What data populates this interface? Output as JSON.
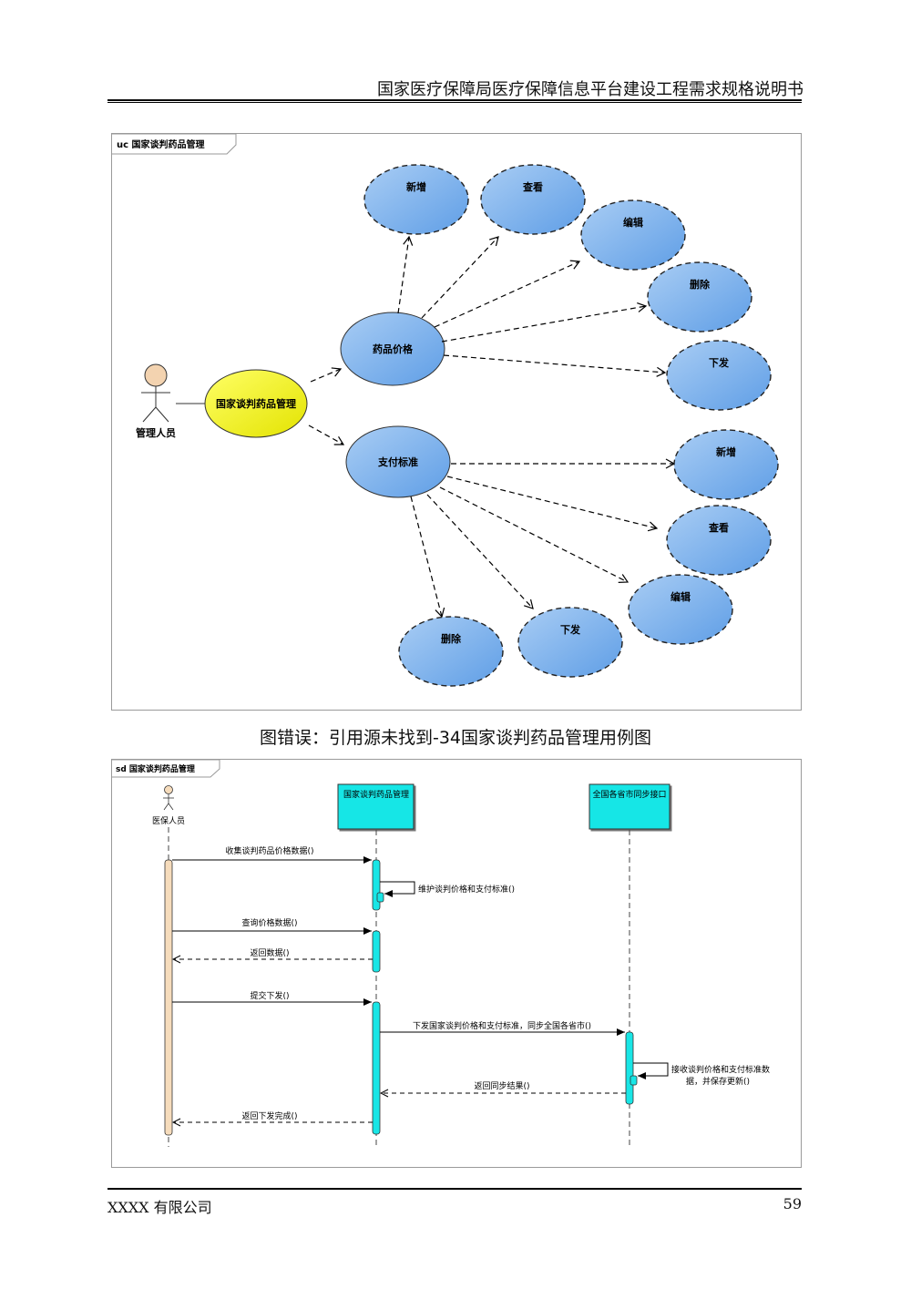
{
  "header": {
    "title": "国家医疗保障局医疗保障信息平台建设工程需求规格说明书"
  },
  "usecase": {
    "frame_label": "uc 国家谈判药品管理",
    "actor": "管理人员",
    "main": "国家谈判药品管理",
    "price": {
      "label": "药品价格",
      "children": [
        "新增",
        "查看",
        "编辑",
        "删除",
        "下发"
      ]
    },
    "standard": {
      "label": "支付标准",
      "children": [
        "新增",
        "查看",
        "编辑",
        "下发",
        "删除"
      ]
    },
    "colors": {
      "use_case": "#7fb2ea",
      "main": "#f2f200",
      "actor": "#f3d3b0"
    }
  },
  "caption": "图错误：引用源未找到-34国家谈判药品管理用例图",
  "sequence": {
    "frame_label": "sd 国家谈判药品管理",
    "lifelines": [
      "医保人员",
      "国家谈判药品管理",
      "全国各省市同步接口"
    ],
    "messages": [
      "收集谈判药品价格数据()",
      "维护谈判价格和支付标准()",
      "查询价格数据()",
      "返回数据()",
      "提交下发()",
      "下发国家谈判价格和支付标准，同步全国各省市()",
      "接收谈判价格和支付标准数",
      "据，并保存更新()",
      "返回同步结果()",
      "返回下发完成()"
    ],
    "colors": {
      "box": "#19e6e6",
      "activation": "#19e6e6",
      "actor_bar": "#f6dcbc"
    }
  },
  "footer": {
    "company": "XXXX 有限公司",
    "page": "59"
  }
}
